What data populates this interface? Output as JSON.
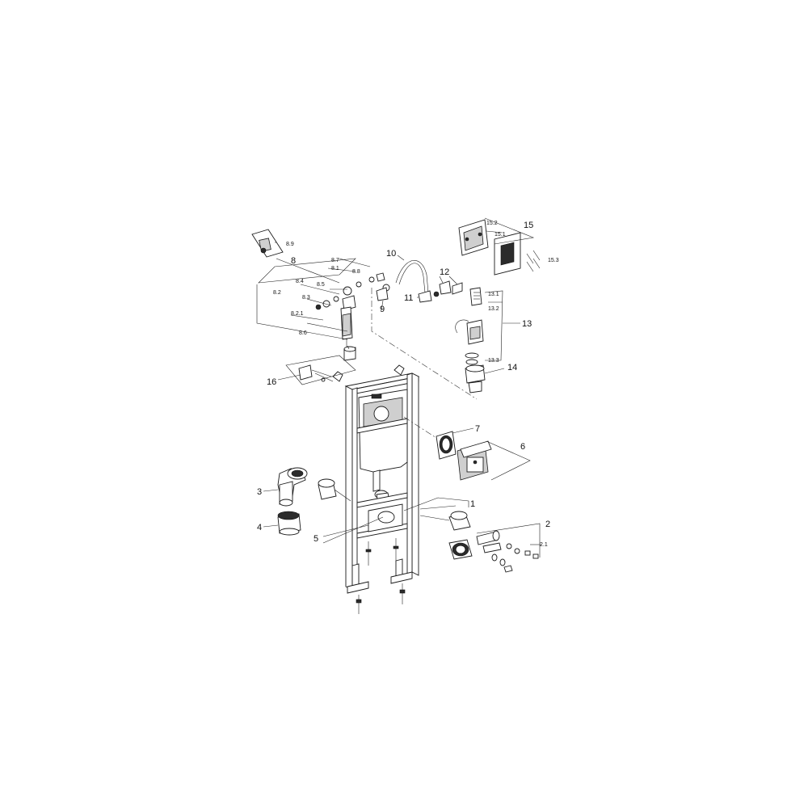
{
  "callouts": {
    "c1": "1",
    "c2": "2",
    "c2_1": "2.1",
    "c3": "3",
    "c4": "4",
    "c5": "5",
    "c6": "6",
    "c7": "7",
    "c8": "8",
    "c8_1": "8.1",
    "c8_2": "8.2",
    "c8_2_1": "8.2.1",
    "c8_3": "8.3",
    "c8_4": "8.4",
    "c8_5": "8.5",
    "c8_6": "8.6",
    "c8_7": "8.7",
    "c8_8": "8.8",
    "c8_9": "8.9",
    "c9": "9",
    "c10": "10",
    "c11": "11",
    "c12": "12",
    "c13": "13",
    "c13_1": "13.1",
    "c13_2": "13.2",
    "c13_3": "13.3",
    "c14": "14",
    "c15": "15",
    "c15_1": "15.1",
    "c15_2": "15.2",
    "c15_3": "15.3",
    "c16": "16"
  },
  "colors": {
    "line": "#1a1a1a",
    "background": "#ffffff",
    "fill_dark": "#2b2b2b",
    "fill_grey": "#cfcfcf"
  }
}
